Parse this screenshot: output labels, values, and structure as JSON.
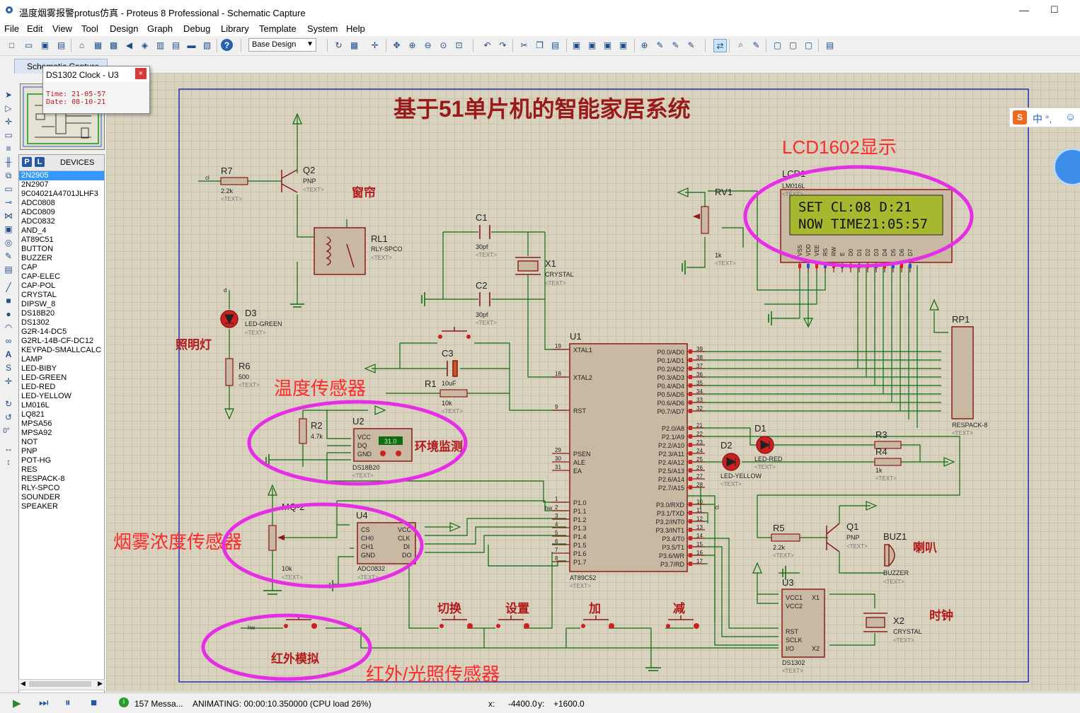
{
  "window": {
    "title": "温度烟雾报警protus仿真 - Proteus 8 Professional - Schematic Capture"
  },
  "menu": [
    "File",
    "Edit",
    "View",
    "Tool",
    "Design",
    "Graph",
    "Debug",
    "Library",
    "Template",
    "System",
    "Help"
  ],
  "toolbar": {
    "design_combo": "Base Design"
  },
  "tab": {
    "label": "Schematic Capture"
  },
  "devices": {
    "title": "DEVICES",
    "p_btn": "P",
    "l_btn": "L",
    "items": [
      "2N2905",
      "2N2907",
      "9C04021A4701JLHF3",
      "ADC0808",
      "ADC0809",
      "ADC0832",
      "AND_4",
      "AT89C51",
      "BUTTON",
      "BUZZER",
      "CAP",
      "CAP-ELEC",
      "CAP-POL",
      "CRYSTAL",
      "DIPSW_8",
      "DS18B20",
      "DS1302",
      "G2R-14-DC5",
      "G2RL-14B-CF-DC12",
      "KEYPAD-SMALLCALC",
      "LAMP",
      "LED-BIBY",
      "LED-GREEN",
      "LED-RED",
      "LED-YELLOW",
      "LM016L",
      "LQ821",
      "MPSA56",
      "MPSA92",
      "NOT",
      "PNP",
      "POT-HG",
      "RES",
      "RESPACK-8",
      "RLY-SPCO",
      "SOUNDER",
      "SPEAKER"
    ]
  },
  "popup": {
    "title": "DS1302 Clock - U3",
    "time": "Time: 21-05-57",
    "date": "Date: 08-10-21"
  },
  "status": {
    "messages": "157 Messa...",
    "animating": "ANIMATING: 00:00:10.350000 (CPU load 26%)",
    "x_label": "x:",
    "x_val": "-4400.0",
    "y_label": "y:",
    "y_val": "+1600.0"
  },
  "leftbar": {
    "rotation": "0°"
  },
  "ime": {
    "text": "中 °,"
  },
  "schematic": {
    "title": "基于51单片机的智能家居系统",
    "annotations": {
      "lcd": "LCD1602显示",
      "curtain": "窗帘",
      "lighting": "照明灯",
      "temp_sensor": "温度传感器",
      "env": "环境监测",
      "smoke": "烟雾浓度传感器",
      "switch": "切换",
      "set": "设置",
      "add": "加",
      "sub": "减",
      "ir": "红外模拟",
      "ir_light": "红外/光照传感器",
      "speaker": "喇叭",
      "clock": "时钟"
    },
    "lcd": {
      "ref": "LCD1",
      "part": "LM016L",
      "line1": "SET CL:08 D:21",
      "line2": "NOW TIME21:05:57",
      "pins": [
        "VSS",
        "VDD",
        "VEE",
        "RS",
        "RW",
        "E",
        "D0",
        "D1",
        "D2",
        "D3",
        "D4",
        "D5",
        "D6",
        "D7"
      ]
    },
    "u1": {
      "ref": "U1",
      "part": "AT89C52",
      "left_pins": [
        [
          "19",
          "XTAL1"
        ],
        [
          "18",
          "XTAL2"
        ],
        [
          "9",
          "RST"
        ],
        [
          "29",
          "PSEN"
        ],
        [
          "30",
          "ALE"
        ],
        [
          "31",
          "EA"
        ],
        [
          "1",
          "P1.0"
        ],
        [
          "2",
          "P1.1"
        ],
        [
          "3",
          "P1.2"
        ],
        [
          "4",
          "P1.3"
        ],
        [
          "5",
          "P1.4"
        ],
        [
          "6",
          "P1.5"
        ],
        [
          "7",
          "P1.6"
        ],
        [
          "8",
          "P1.7"
        ]
      ],
      "right_pins": [
        [
          "39",
          "P0.0/AD0"
        ],
        [
          "38",
          "P0.1/AD1"
        ],
        [
          "37",
          "P0.2/AD2"
        ],
        [
          "36",
          "P0.3/AD3"
        ],
        [
          "35",
          "P0.4/AD4"
        ],
        [
          "34",
          "P0.5/AD5"
        ],
        [
          "33",
          "P0.6/AD6"
        ],
        [
          "32",
          "P0.7/AD7"
        ],
        [
          "21",
          "P2.0/A8"
        ],
        [
          "22",
          "P2.1/A9"
        ],
        [
          "23",
          "P2.2/A10"
        ],
        [
          "24",
          "P2.3/A11"
        ],
        [
          "25",
          "P2.4/A12"
        ],
        [
          "26",
          "P2.5/A13"
        ],
        [
          "27",
          "P2.6/A14"
        ],
        [
          "28",
          "P2.7/A15"
        ],
        [
          "10",
          "P3.0/RXD"
        ],
        [
          "11",
          "P3.1/TXD"
        ],
        [
          "12",
          "P3.2/INT0"
        ],
        [
          "13",
          "P3.3/INT1"
        ],
        [
          "14",
          "P3.4/T0"
        ],
        [
          "15",
          "P3.5/T1"
        ],
        [
          "16",
          "P3.6/WR"
        ],
        [
          "17",
          "P3.7/RD"
        ]
      ]
    },
    "u2": {
      "ref": "U2",
      "part": "DS18B20",
      "reading": "31.0",
      "pins": [
        "VCC",
        "DQ",
        "GND"
      ]
    },
    "u4": {
      "ref": "U4",
      "part": "ADC0832",
      "left": [
        "CS",
        "CH0",
        "CH1",
        "GND"
      ],
      "right": [
        "VCC",
        "CLK",
        "DI",
        "DO"
      ]
    },
    "u3": {
      "ref": "U3",
      "part": "DS1302",
      "left": [
        "VCC1",
        "VCC2",
        "RST",
        "SCLK",
        "I/O"
      ],
      "right": [
        "X1",
        "X2"
      ]
    },
    "parts": {
      "r7": "R7",
      "r7v": "2.2k",
      "q2": "Q2",
      "q2t": "PNP",
      "rl1": "RL1",
      "rl1t": "RLY-SPCO",
      "d3": "D3",
      "d3t": "LED-GREEN",
      "r6": "R6",
      "r6v": "500",
      "c1": "C1",
      "c1v": "30pf",
      "c2": "C2",
      "c2v": "30pf",
      "x1": "X1",
      "x1t": "CRYSTAL",
      "c3": "C3",
      "c3v": "10uF",
      "r1": "R1",
      "r1v": "10k",
      "r2": "R2",
      "r2v": "4.7k",
      "rv1": "RV1",
      "rv1v": "1k",
      "rp1": "RP1",
      "rp1t": "RESPACK-8",
      "d1": "D1",
      "d1t": "LED-RED",
      "d2": "D2",
      "d2t": "LED-YELLOW",
      "r3": "R3",
      "r4": "R4",
      "r4v": "1k",
      "mq2": "MQ-2",
      "mq2v": "10k",
      "r5": "R5",
      "r5v": "2.2k",
      "q1": "Q1",
      "q1t": "PNP",
      "buz1": "BUZ1",
      "buzt": "BUZZER",
      "x2": "X2",
      "x2t": "CRYSTAL",
      "text": "<TEXT>",
      "hw": "hw",
      "cl": "cl",
      "d": "d"
    }
  }
}
